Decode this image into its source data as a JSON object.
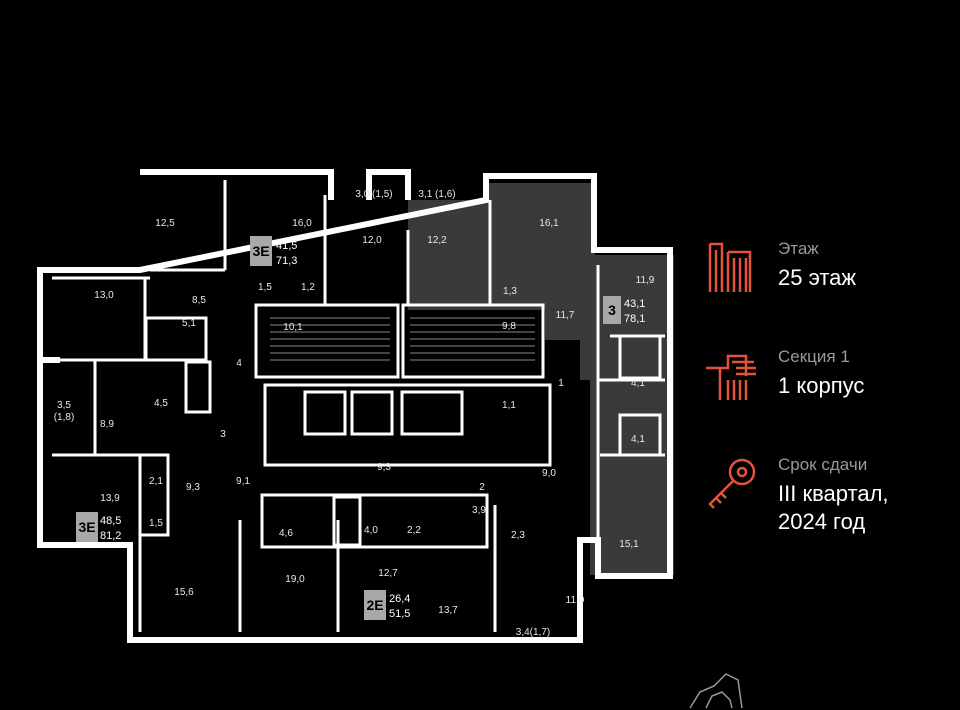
{
  "rooms": [
    {
      "id": "r1",
      "label": "12,5"
    },
    {
      "id": "r2",
      "label": "16,0"
    },
    {
      "id": "r3",
      "label": "3,0 (1,5)"
    },
    {
      "id": "r4",
      "label": "3,1 (1,6)"
    },
    {
      "id": "r5",
      "label": "16,1"
    },
    {
      "id": "r6",
      "label": "12,0"
    },
    {
      "id": "r7",
      "label": "12,2"
    },
    {
      "id": "r8",
      "label": "11,9"
    },
    {
      "id": "r9",
      "label": "13,0"
    },
    {
      "id": "r10",
      "label": "8,5"
    },
    {
      "id": "r11",
      "label": "1,5"
    },
    {
      "id": "r12",
      "label": "1,2"
    },
    {
      "id": "r13",
      "label": "1,3"
    },
    {
      "id": "r14",
      "label": "5,1"
    },
    {
      "id": "r15",
      "label": "10,1"
    },
    {
      "id": "r16",
      "label": "9,8"
    },
    {
      "id": "r17",
      "label": "11,7"
    },
    {
      "id": "r18",
      "label": "4"
    },
    {
      "id": "r19",
      "label": "3,5"
    },
    {
      "id": "r20",
      "label": "(1,8)"
    },
    {
      "id": "r21",
      "label": "8,9"
    },
    {
      "id": "r22",
      "label": "4,5"
    },
    {
      "id": "r23",
      "label": "1"
    },
    {
      "id": "r24",
      "label": "4,1"
    },
    {
      "id": "r25",
      "label": "1,1"
    },
    {
      "id": "r26",
      "label": "4,1"
    },
    {
      "id": "r27",
      "label": "3"
    },
    {
      "id": "r28",
      "label": "9,3"
    },
    {
      "id": "r29",
      "label": "9,0"
    },
    {
      "id": "r30",
      "label": "2,1"
    },
    {
      "id": "r31",
      "label": "9,3"
    },
    {
      "id": "r32",
      "label": "9,1"
    },
    {
      "id": "r33",
      "label": "2"
    },
    {
      "id": "r34",
      "label": "13,9"
    },
    {
      "id": "r35",
      "label": "3,9"
    },
    {
      "id": "r36",
      "label": "1,5"
    },
    {
      "id": "r37",
      "label": "4,6"
    },
    {
      "id": "r38",
      "label": "4,0"
    },
    {
      "id": "r39",
      "label": "2,2"
    },
    {
      "id": "r40",
      "label": "2,3"
    },
    {
      "id": "r41",
      "label": "15,1"
    },
    {
      "id": "r42",
      "label": "15,6"
    },
    {
      "id": "r43",
      "label": "19,0"
    },
    {
      "id": "r44",
      "label": "12,7"
    },
    {
      "id": "r45",
      "label": "11,0"
    },
    {
      "id": "r46",
      "label": "13,7"
    },
    {
      "id": "r47",
      "label": "3,4(1,7)"
    }
  ],
  "apartments": [
    {
      "id": "a1",
      "type": "3Е",
      "area_total": "41,5",
      "area_living": "71,3"
    },
    {
      "id": "a2",
      "type": "3",
      "area_total": "43,1",
      "area_living": "78,1"
    },
    {
      "id": "a3",
      "type": "3Е",
      "area_total": "48,5",
      "area_living": "81,2"
    },
    {
      "id": "a4",
      "type": "2Е",
      "area_total": "26,4",
      "area_living": "51,5"
    }
  ],
  "info": {
    "floor": {
      "label": "Этаж",
      "value": "25 этаж",
      "icon": "floor-icon"
    },
    "section": {
      "label": "Секция 1",
      "value": "1 корпус",
      "icon": "section-icon"
    },
    "deadline": {
      "label": "Срок сдачи",
      "value_line1": "III квартал,",
      "value_line2": "2024 год",
      "icon": "key-icon"
    }
  },
  "colors": {
    "accent": "#e2553a",
    "wall": "#ffffff",
    "highlight": "#3a3a3a",
    "label_grey": "#9a9a9a",
    "badge_bg": "#a8a8a8"
  }
}
